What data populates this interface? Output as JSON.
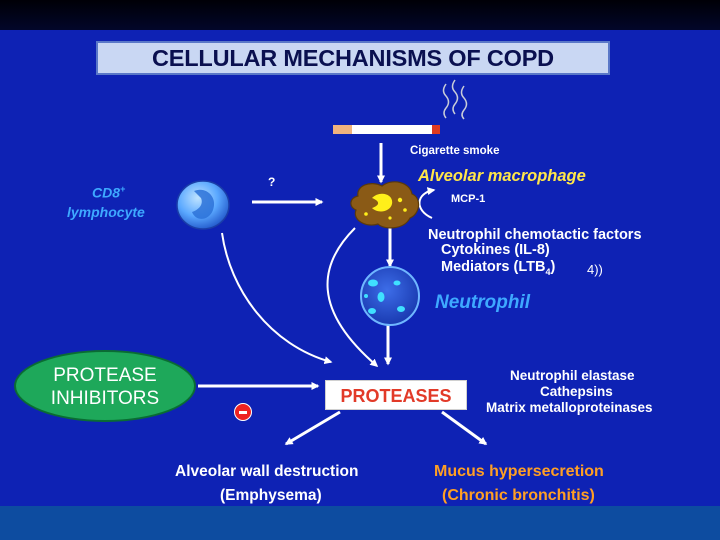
{
  "title": "CELLULAR MECHANISMS OF COPD",
  "labels": {
    "cigarette_smoke": "Cigarette smoke",
    "alveolar_macrophage": "Alveolar macrophage",
    "mcp1": "MCP-1",
    "cd8_main": "CD8",
    "cd8_sup": "+",
    "lymphocyte": "lymphocyte",
    "question": "?",
    "chemotactic": "Neutrophil chemotactic factors",
    "cytokines": "Cytokines (IL-8)",
    "mediators_main": "Mediators (LTB",
    "mediators_sub": "4",
    "mediators_end": ")",
    "stray_glyph": "4))",
    "neutrophil": "Neutrophil",
    "proteases": "PROTEASES",
    "protease_inhibitors_line1": "PROTEASE",
    "protease_inhibitors_line2": "INHIBITORS",
    "elastase": "Neutrophil elastase",
    "cathepsins": "Cathepsins",
    "mmp": "Matrix metalloproteinases",
    "alveolar_wall": "Alveolar wall destruction",
    "emphysema": "(Emphysema)",
    "mucus": "Mucus hypersecretion",
    "bronchitis": "(Chronic bronchitis)"
  },
  "colors": {
    "background": "#0e22b4",
    "white_text": "#ffffff",
    "macrophage_label": "#ffe64a",
    "lymphocyte_label": "#3ea9ff",
    "outcome_label": "#ff9f24",
    "proteases_text": "#e23a28",
    "inhibitor_fill": "#1ea85a",
    "inhibition_badge": "#ee2222"
  },
  "icons": {
    "cigarette": "cigarette-icon",
    "smoke": "smoke-icon",
    "macrophage": "macrophage-cell-icon",
    "lymphocyte": "lymphocyte-cell-icon",
    "neutrophil": "neutrophil-cell-icon",
    "inhibition": "minus-icon"
  }
}
